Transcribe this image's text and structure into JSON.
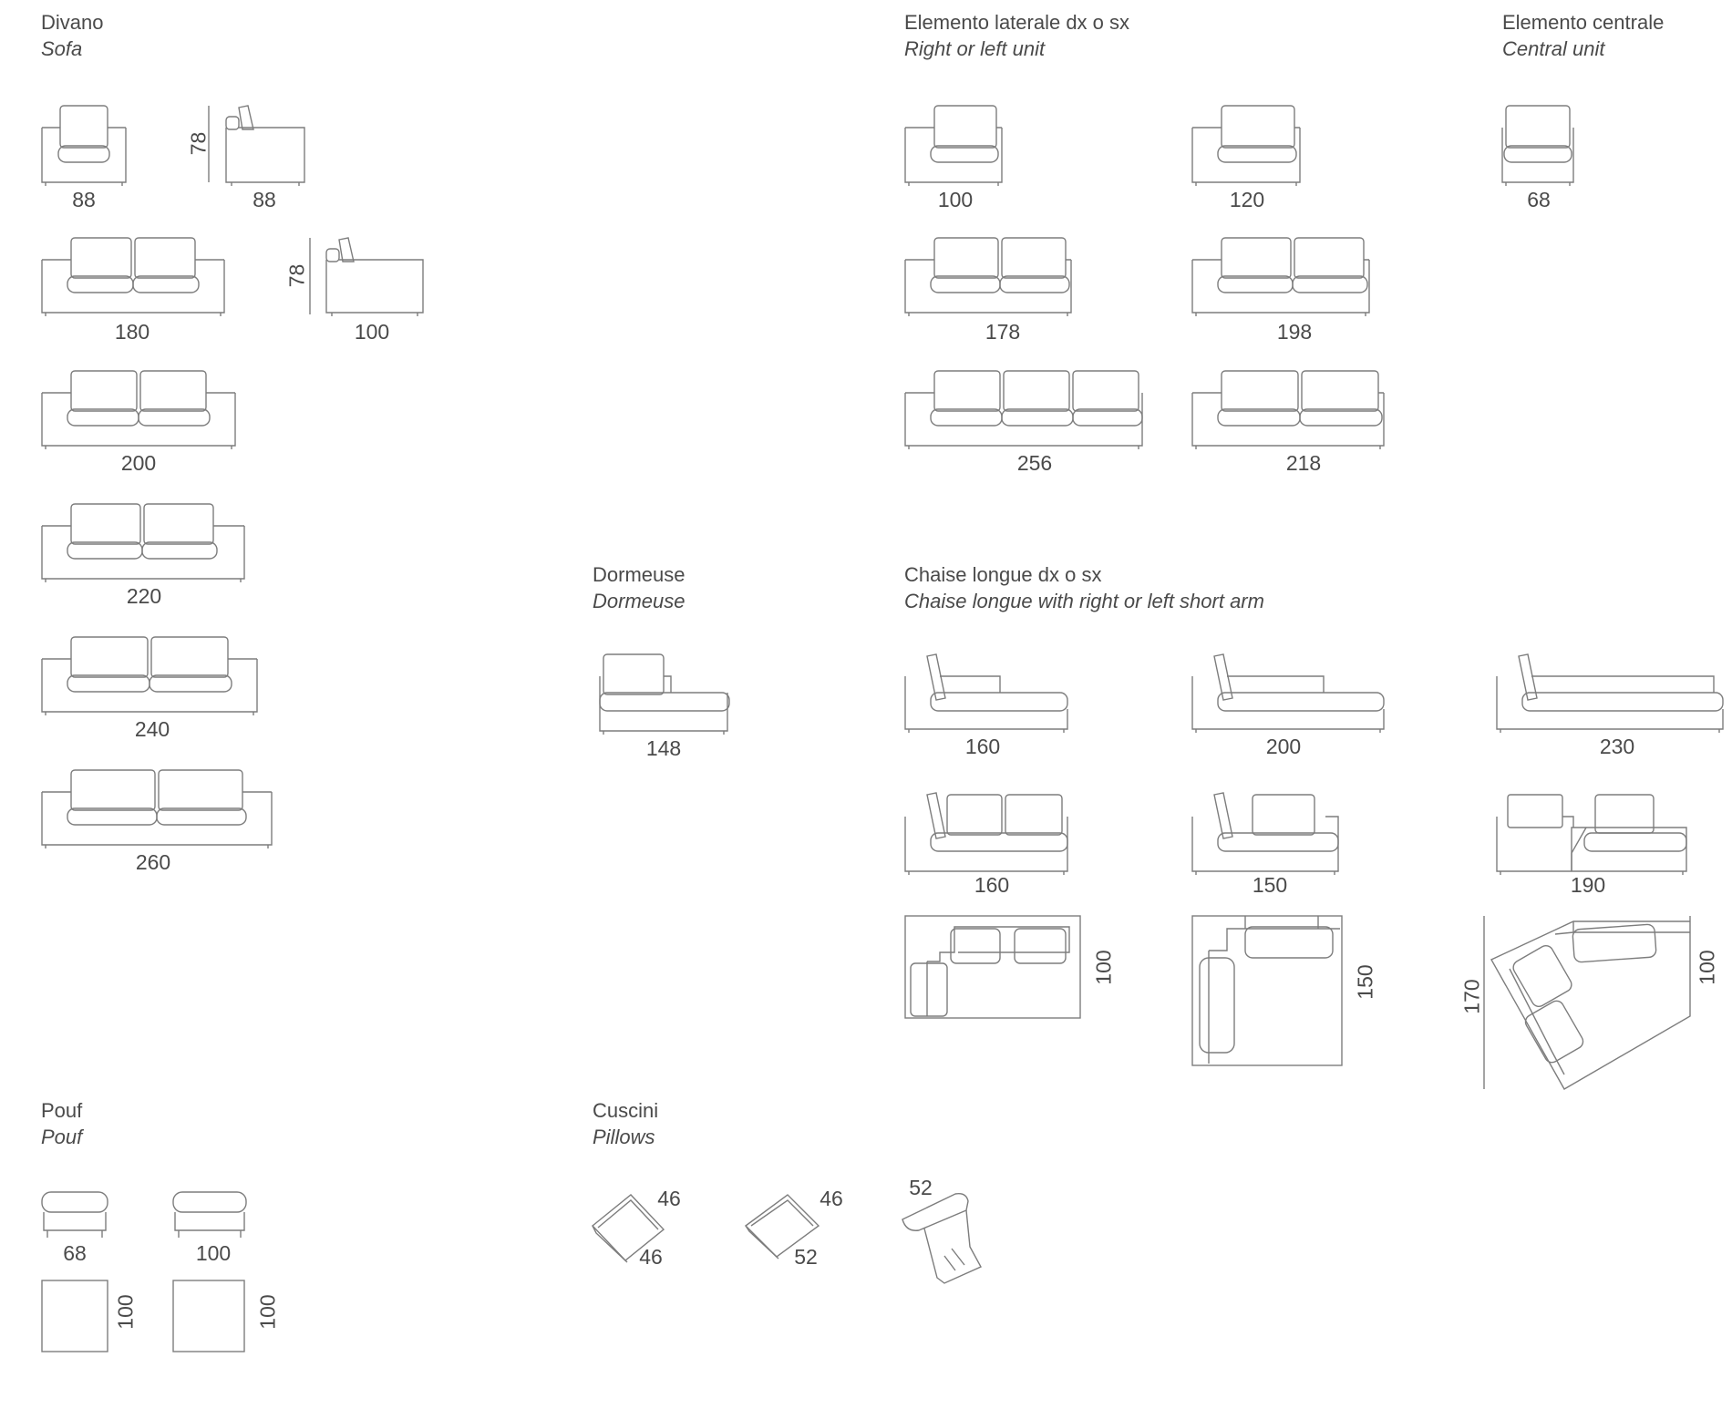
{
  "sections": {
    "divano": {
      "title": "Divano",
      "subtitle": "Sofa"
    },
    "laterale": {
      "title": "Elemento laterale dx o sx",
      "subtitle": "Right or left unit"
    },
    "centrale": {
      "title": "Elemento centrale",
      "subtitle": "Central unit"
    },
    "dormeuse": {
      "title": "Dormeuse",
      "subtitle": "Dormeuse"
    },
    "chaise": {
      "title": "Chaise longue dx o sx",
      "subtitle": "Chaise longue with right or left short arm"
    },
    "pouf": {
      "title": "Pouf",
      "subtitle": "Pouf"
    },
    "cuscini": {
      "title": "Cuscini",
      "subtitle": "Pillows"
    }
  },
  "divano": {
    "armchair_width": "88",
    "armchair_side_depth": "88",
    "armchair_side_height": "78",
    "sofa180": "180",
    "sofa_side_depth": "100",
    "sofa_side_height": "78",
    "sofa200": "200",
    "sofa220": "220",
    "sofa240": "240",
    "sofa260": "260"
  },
  "laterale": {
    "w100": "100",
    "w120": "120",
    "w178": "178",
    "w198": "198",
    "w256": "256",
    "w218": "218"
  },
  "centrale": {
    "w68": "68"
  },
  "dormeuse": {
    "w148": "148"
  },
  "chaise": {
    "w160a": "160",
    "w200": "200",
    "w230": "230",
    "w160b": "160",
    "w150": "150",
    "w190": "190",
    "plan1_depth": "100",
    "plan2_depth": "150",
    "plan3_depth": "170",
    "plan3_depth_right": "100"
  },
  "pouf": {
    "w68": "68",
    "w100": "100",
    "plan1_depth": "100",
    "plan2_depth": "100"
  },
  "cuscini": {
    "p1_a": "46",
    "p1_b": "46",
    "p2_a": "46",
    "p2_b": "52",
    "p3_a": "52"
  }
}
